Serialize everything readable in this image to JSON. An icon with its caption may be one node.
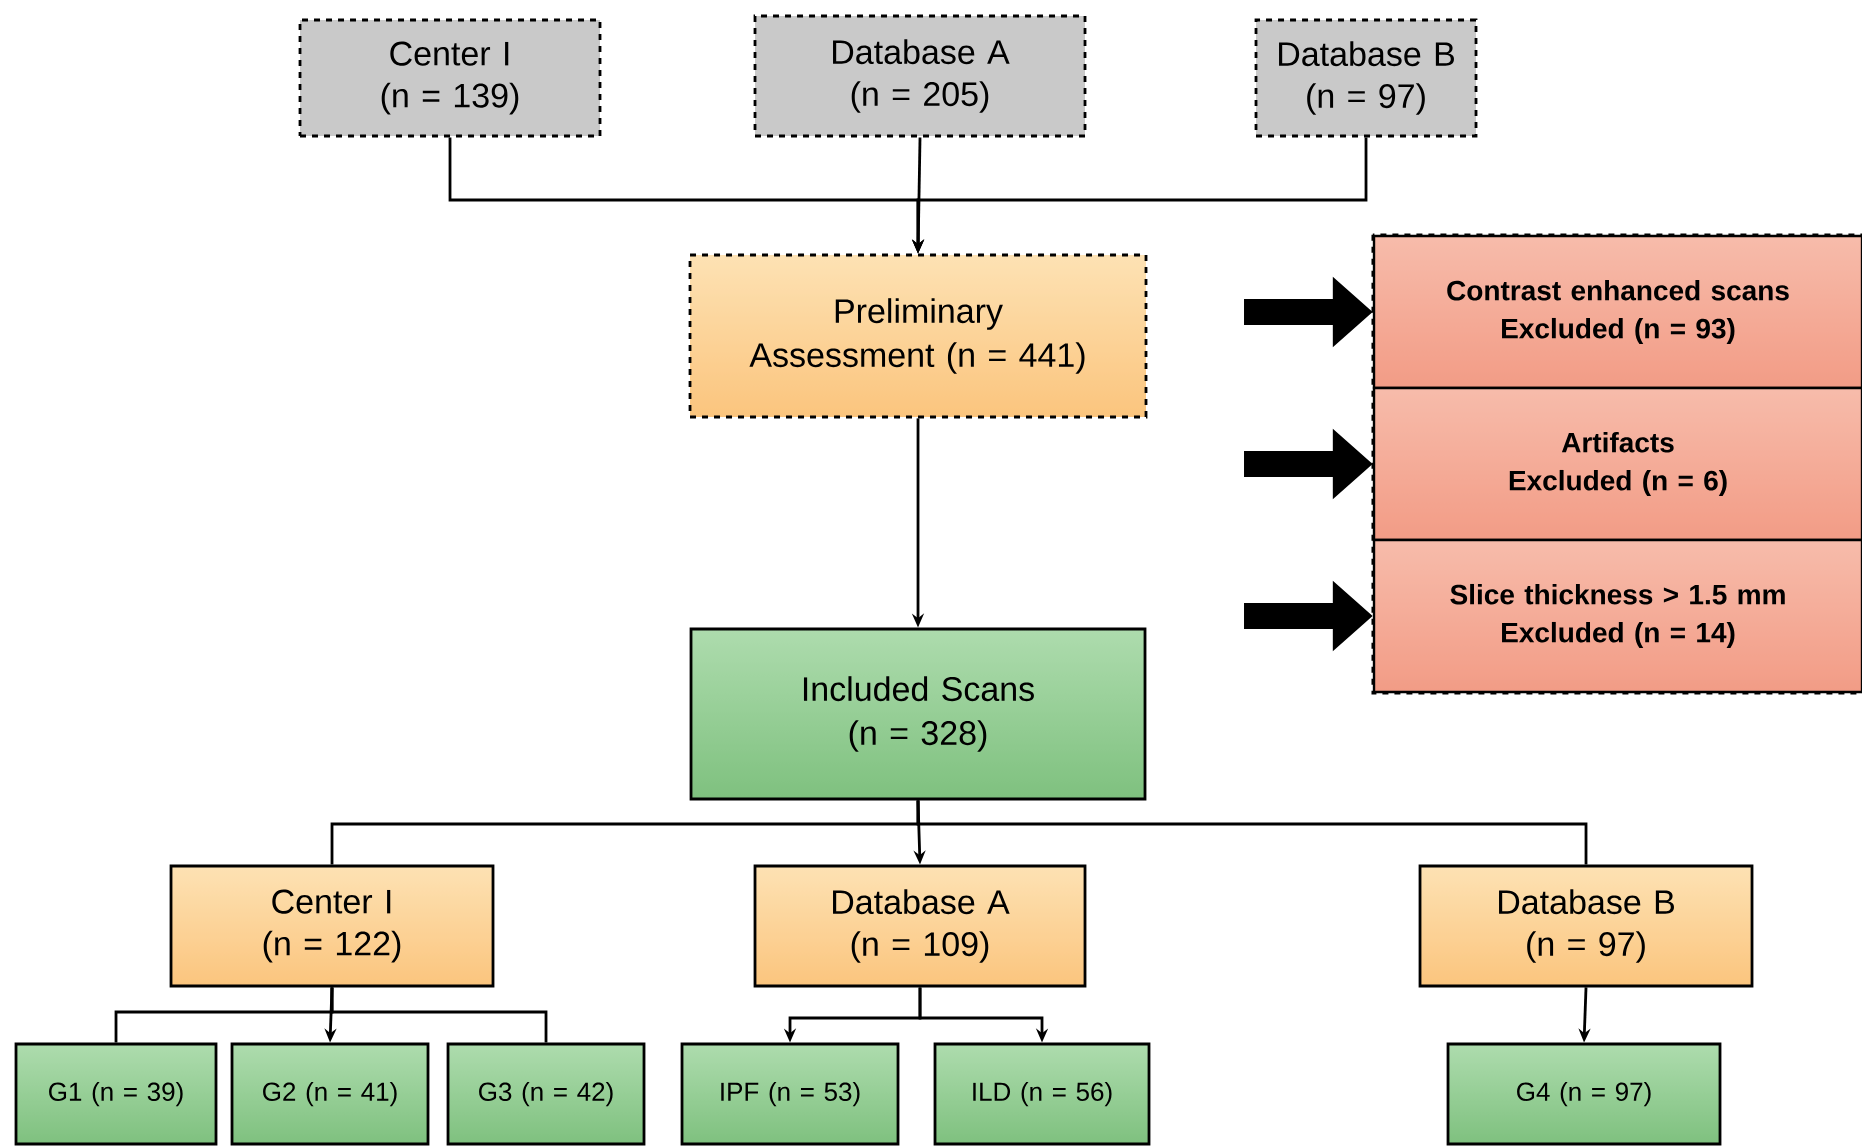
{
  "diagram": {
    "nodes": [
      {
        "text": [
          "Center I",
          "(n = 139)"
        ]
      },
      {
        "text": [
          "Database A",
          "(n = 205)"
        ]
      },
      {
        "text": [
          "Database B",
          "(n = 97)"
        ]
      },
      {
        "text": [
          "Preliminary Assessment (n = 441)"
        ]
      },
      {
        "text": [
          "Contrast enhanced scans",
          "Excluded (n = 93)"
        ]
      },
      {
        "text": [
          "Artifacts",
          "Excluded (n = 6)"
        ]
      },
      {
        "text": [
          "Slice thickness > 1.5 mm",
          "Excluded (n = 14)"
        ]
      },
      {
        "text": [
          "Included Scans",
          "(n = 328)"
        ]
      },
      {
        "text": [
          "Center I",
          "(n = 122)"
        ]
      },
      {
        "text": [
          "Database A",
          "(n = 109)"
        ]
      },
      {
        "text": [
          "Database B",
          "(n = 97)"
        ]
      },
      {
        "text": [
          "G1 (n = 39)"
        ]
      },
      {
        "text": [
          "G2 (n = 41)"
        ]
      },
      {
        "text": [
          "G3 (n = 42)"
        ]
      },
      {
        "text": [
          "IPF (n = 53)"
        ]
      },
      {
        "text": [
          "ILD (n = 56)"
        ]
      },
      {
        "text": [
          "G4 (n = 97)"
        ]
      }
    ],
    "edges": [
      {
        "from": 0,
        "to": 3,
        "arrow": "to"
      },
      {
        "from": 1,
        "to": 3,
        "arrow": "to"
      },
      {
        "from": 2,
        "to": 3,
        "arrow": "to"
      },
      {
        "from": null,
        "to": 4,
        "arrow": "to",
        "style": "thick"
      },
      {
        "from": null,
        "to": 5,
        "arrow": "to",
        "style": "thick"
      },
      {
        "from": null,
        "to": 6,
        "arrow": "to",
        "style": "thick"
      },
      {
        "from": 3,
        "to": 7,
        "arrow": "to"
      },
      {
        "from": 7,
        "to": 8,
        "arrow": "none"
      },
      {
        "from": 7,
        "to": 9,
        "arrow": "to"
      },
      {
        "from": 7,
        "to": 10,
        "arrow": "none"
      },
      {
        "from": 8,
        "to": 11,
        "arrow": "none"
      },
      {
        "from": 8,
        "to": 12,
        "arrow": "to"
      },
      {
        "from": 8,
        "to": 13,
        "arrow": "none"
      },
      {
        "from": 9,
        "to": 14,
        "arrow": "to"
      },
      {
        "from": 9,
        "to": 15,
        "arrow": "to"
      },
      {
        "from": 10,
        "to": 16,
        "arrow": "to"
      }
    ]
  }
}
